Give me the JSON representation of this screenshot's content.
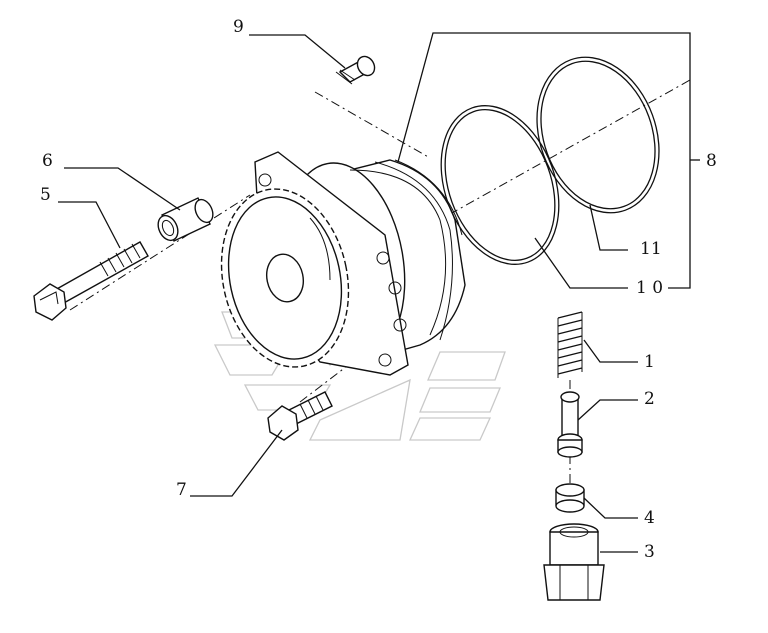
{
  "callouts": [
    {
      "id": "c1",
      "label": "1"
    },
    {
      "id": "c2",
      "label": "2"
    },
    {
      "id": "c3",
      "label": "3"
    },
    {
      "id": "c4",
      "label": "4"
    },
    {
      "id": "c5",
      "label": "5"
    },
    {
      "id": "c6",
      "label": "6"
    },
    {
      "id": "c7",
      "label": "7"
    },
    {
      "id": "c8",
      "label": "8"
    },
    {
      "id": "c9",
      "label": "9"
    },
    {
      "id": "c10",
      "label": "1 0"
    },
    {
      "id": "c11",
      "label": "11"
    }
  ],
  "colors": {
    "line": "#111111",
    "watermark": "#c9c9c9",
    "background": "#ffffff"
  }
}
